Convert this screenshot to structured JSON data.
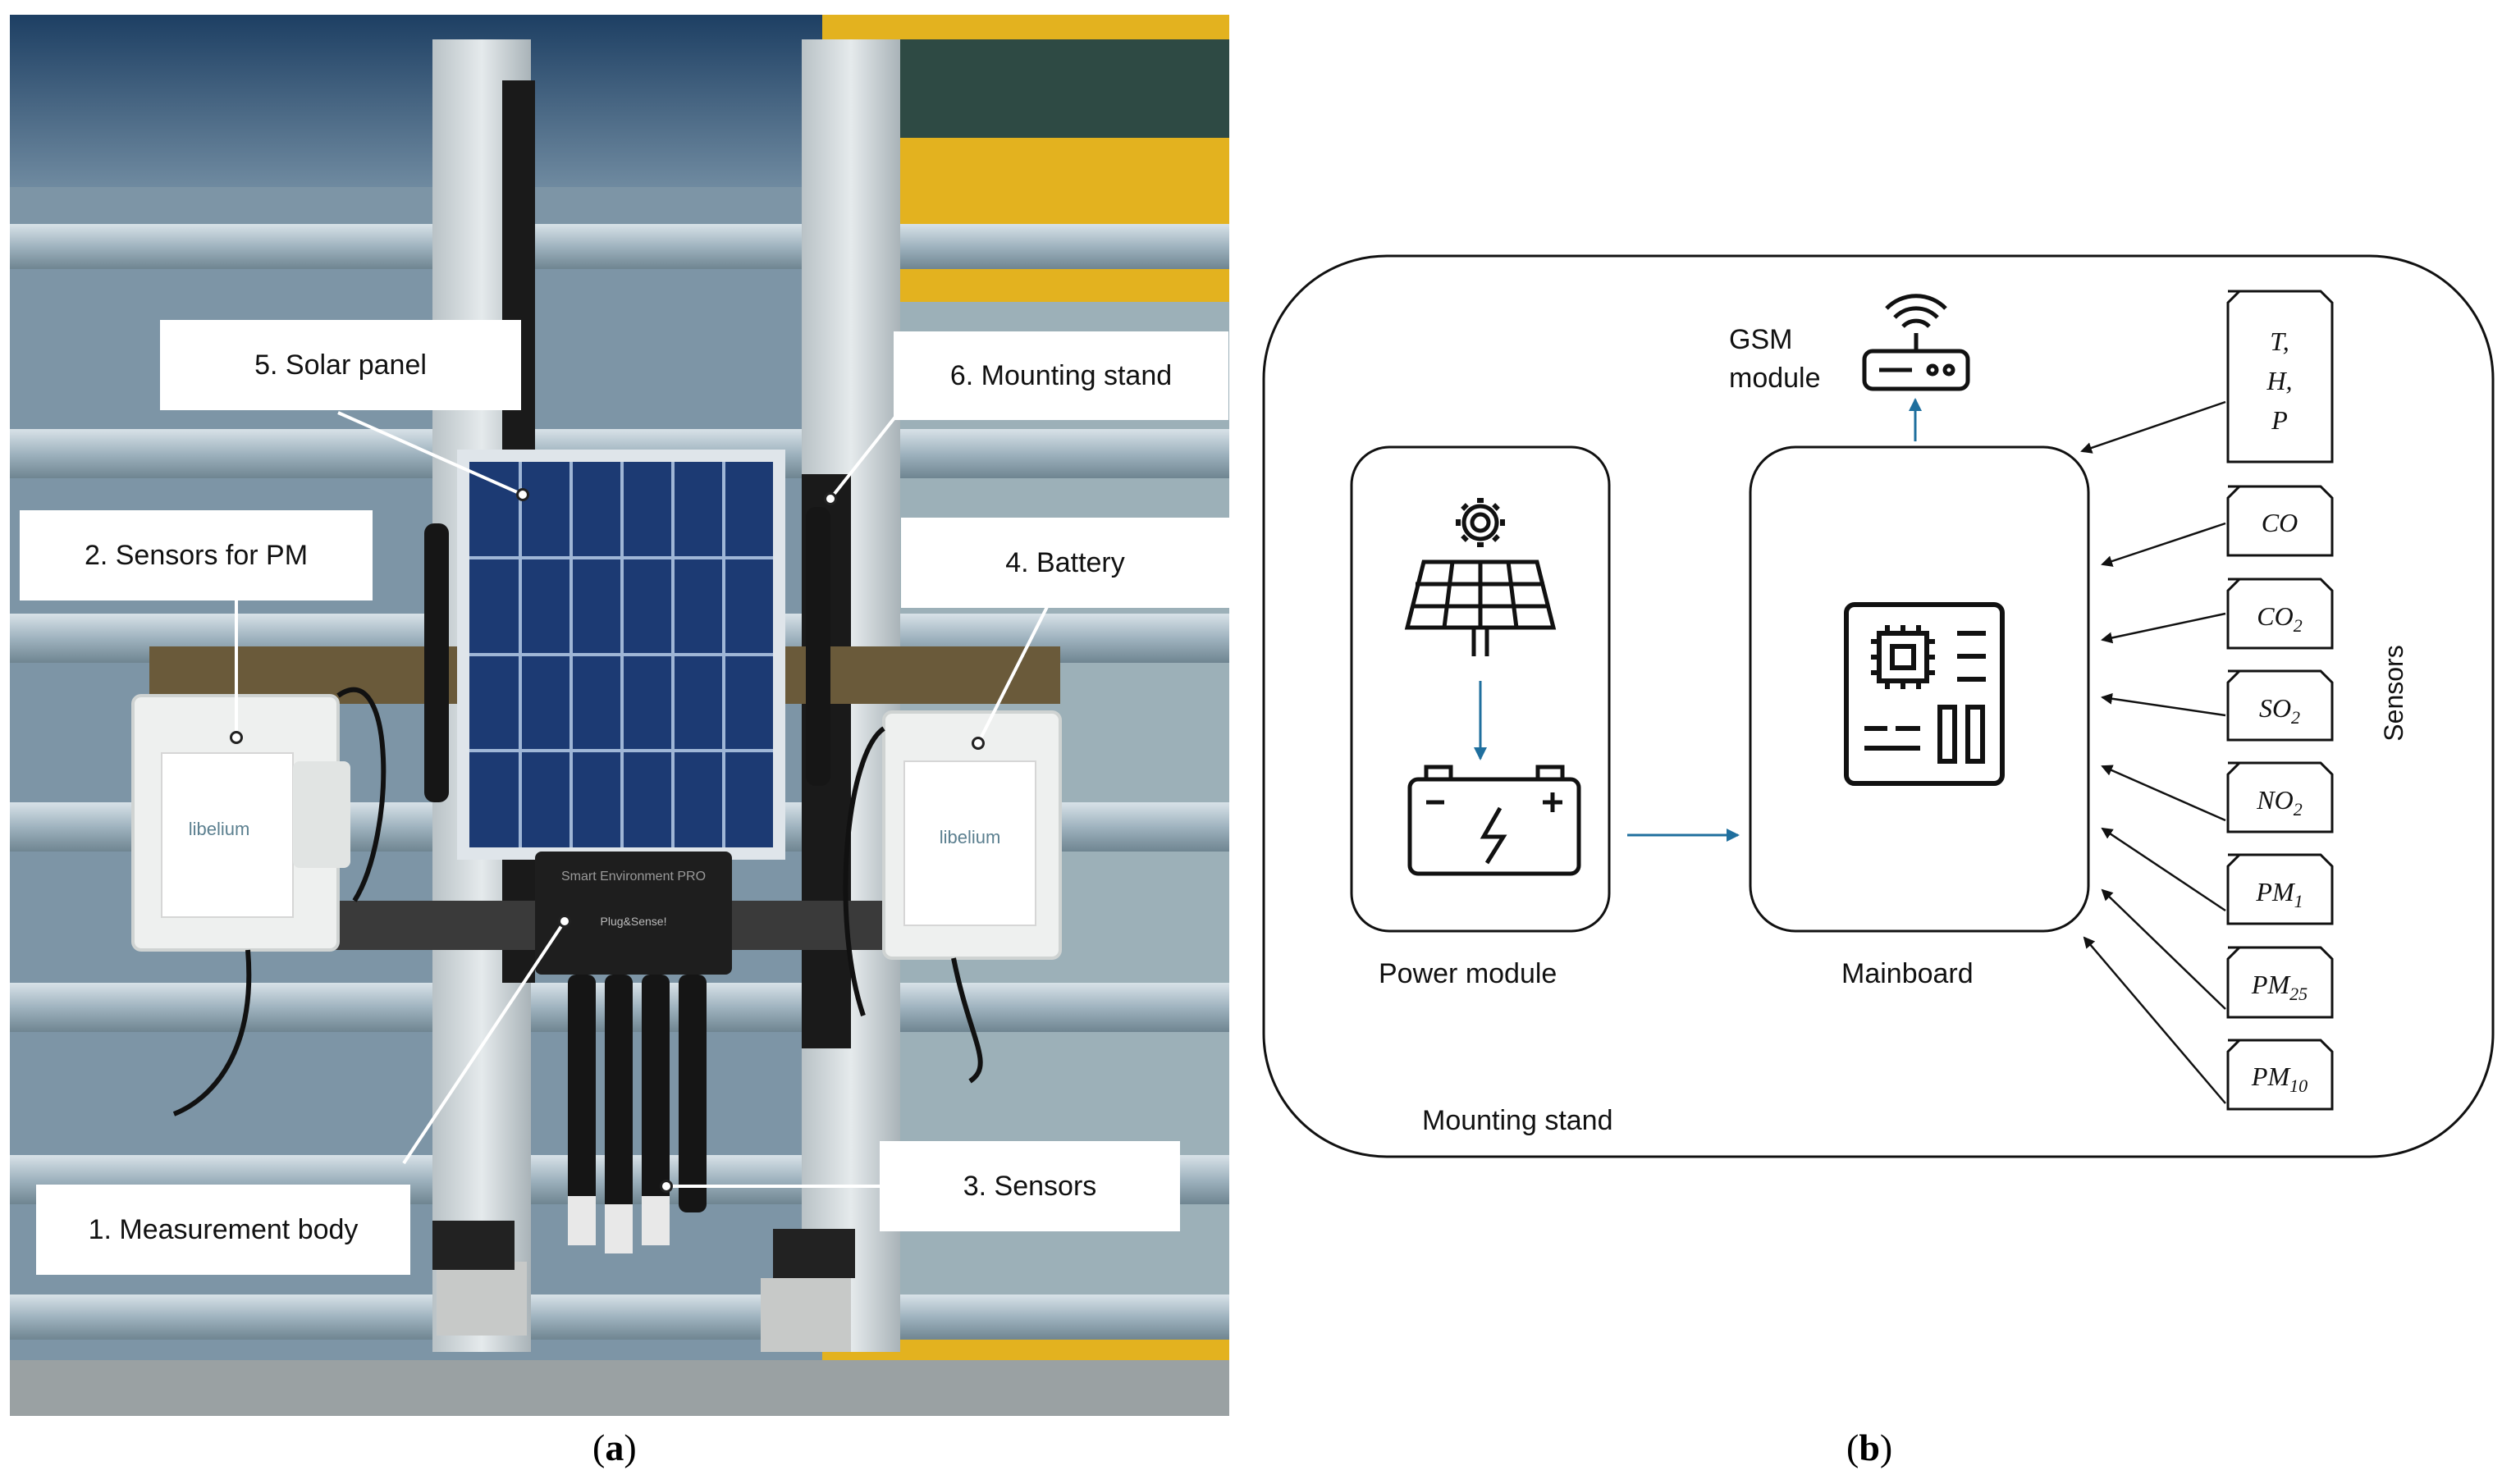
{
  "panel_a": {
    "caption": "a",
    "callouts": {
      "solar_panel": "5. Solar panel",
      "mounting_stand": "6. Mounting stand",
      "sensors_pm": "2. Sensors for PM",
      "battery": "4. Battery",
      "measurement_body": "1. Measurement body",
      "sensors": "3. Sensors"
    },
    "device_text": {
      "brand_left": "libelium",
      "brand_right": "libelium",
      "model": "Smart Environment PRO",
      "plug": "Plug&Sense!"
    }
  },
  "panel_b": {
    "caption": "b",
    "container_label": "Mounting stand",
    "power_module_label": "Power module",
    "mainboard_label": "Mainboard",
    "gsm_label_line1": "GSM",
    "gsm_label_line2": "module",
    "sensors_group_label": "Sensors",
    "sensors": [
      {
        "base": "T,",
        "sub": ""
      },
      {
        "base": "CO",
        "sub": ""
      },
      {
        "base": "CO",
        "sub": "2"
      },
      {
        "base": "SO",
        "sub": "2"
      },
      {
        "base": "NO",
        "sub": "2"
      },
      {
        "base": "PM",
        "sub": "1"
      },
      {
        "base": "PM",
        "sub": "25"
      },
      {
        "base": "PM",
        "sub": "10"
      }
    ],
    "thp_lines": [
      "T,",
      "H,",
      "P"
    ],
    "colors": {
      "arrow_blue": "#1f6f9e",
      "line": "#111111"
    }
  }
}
